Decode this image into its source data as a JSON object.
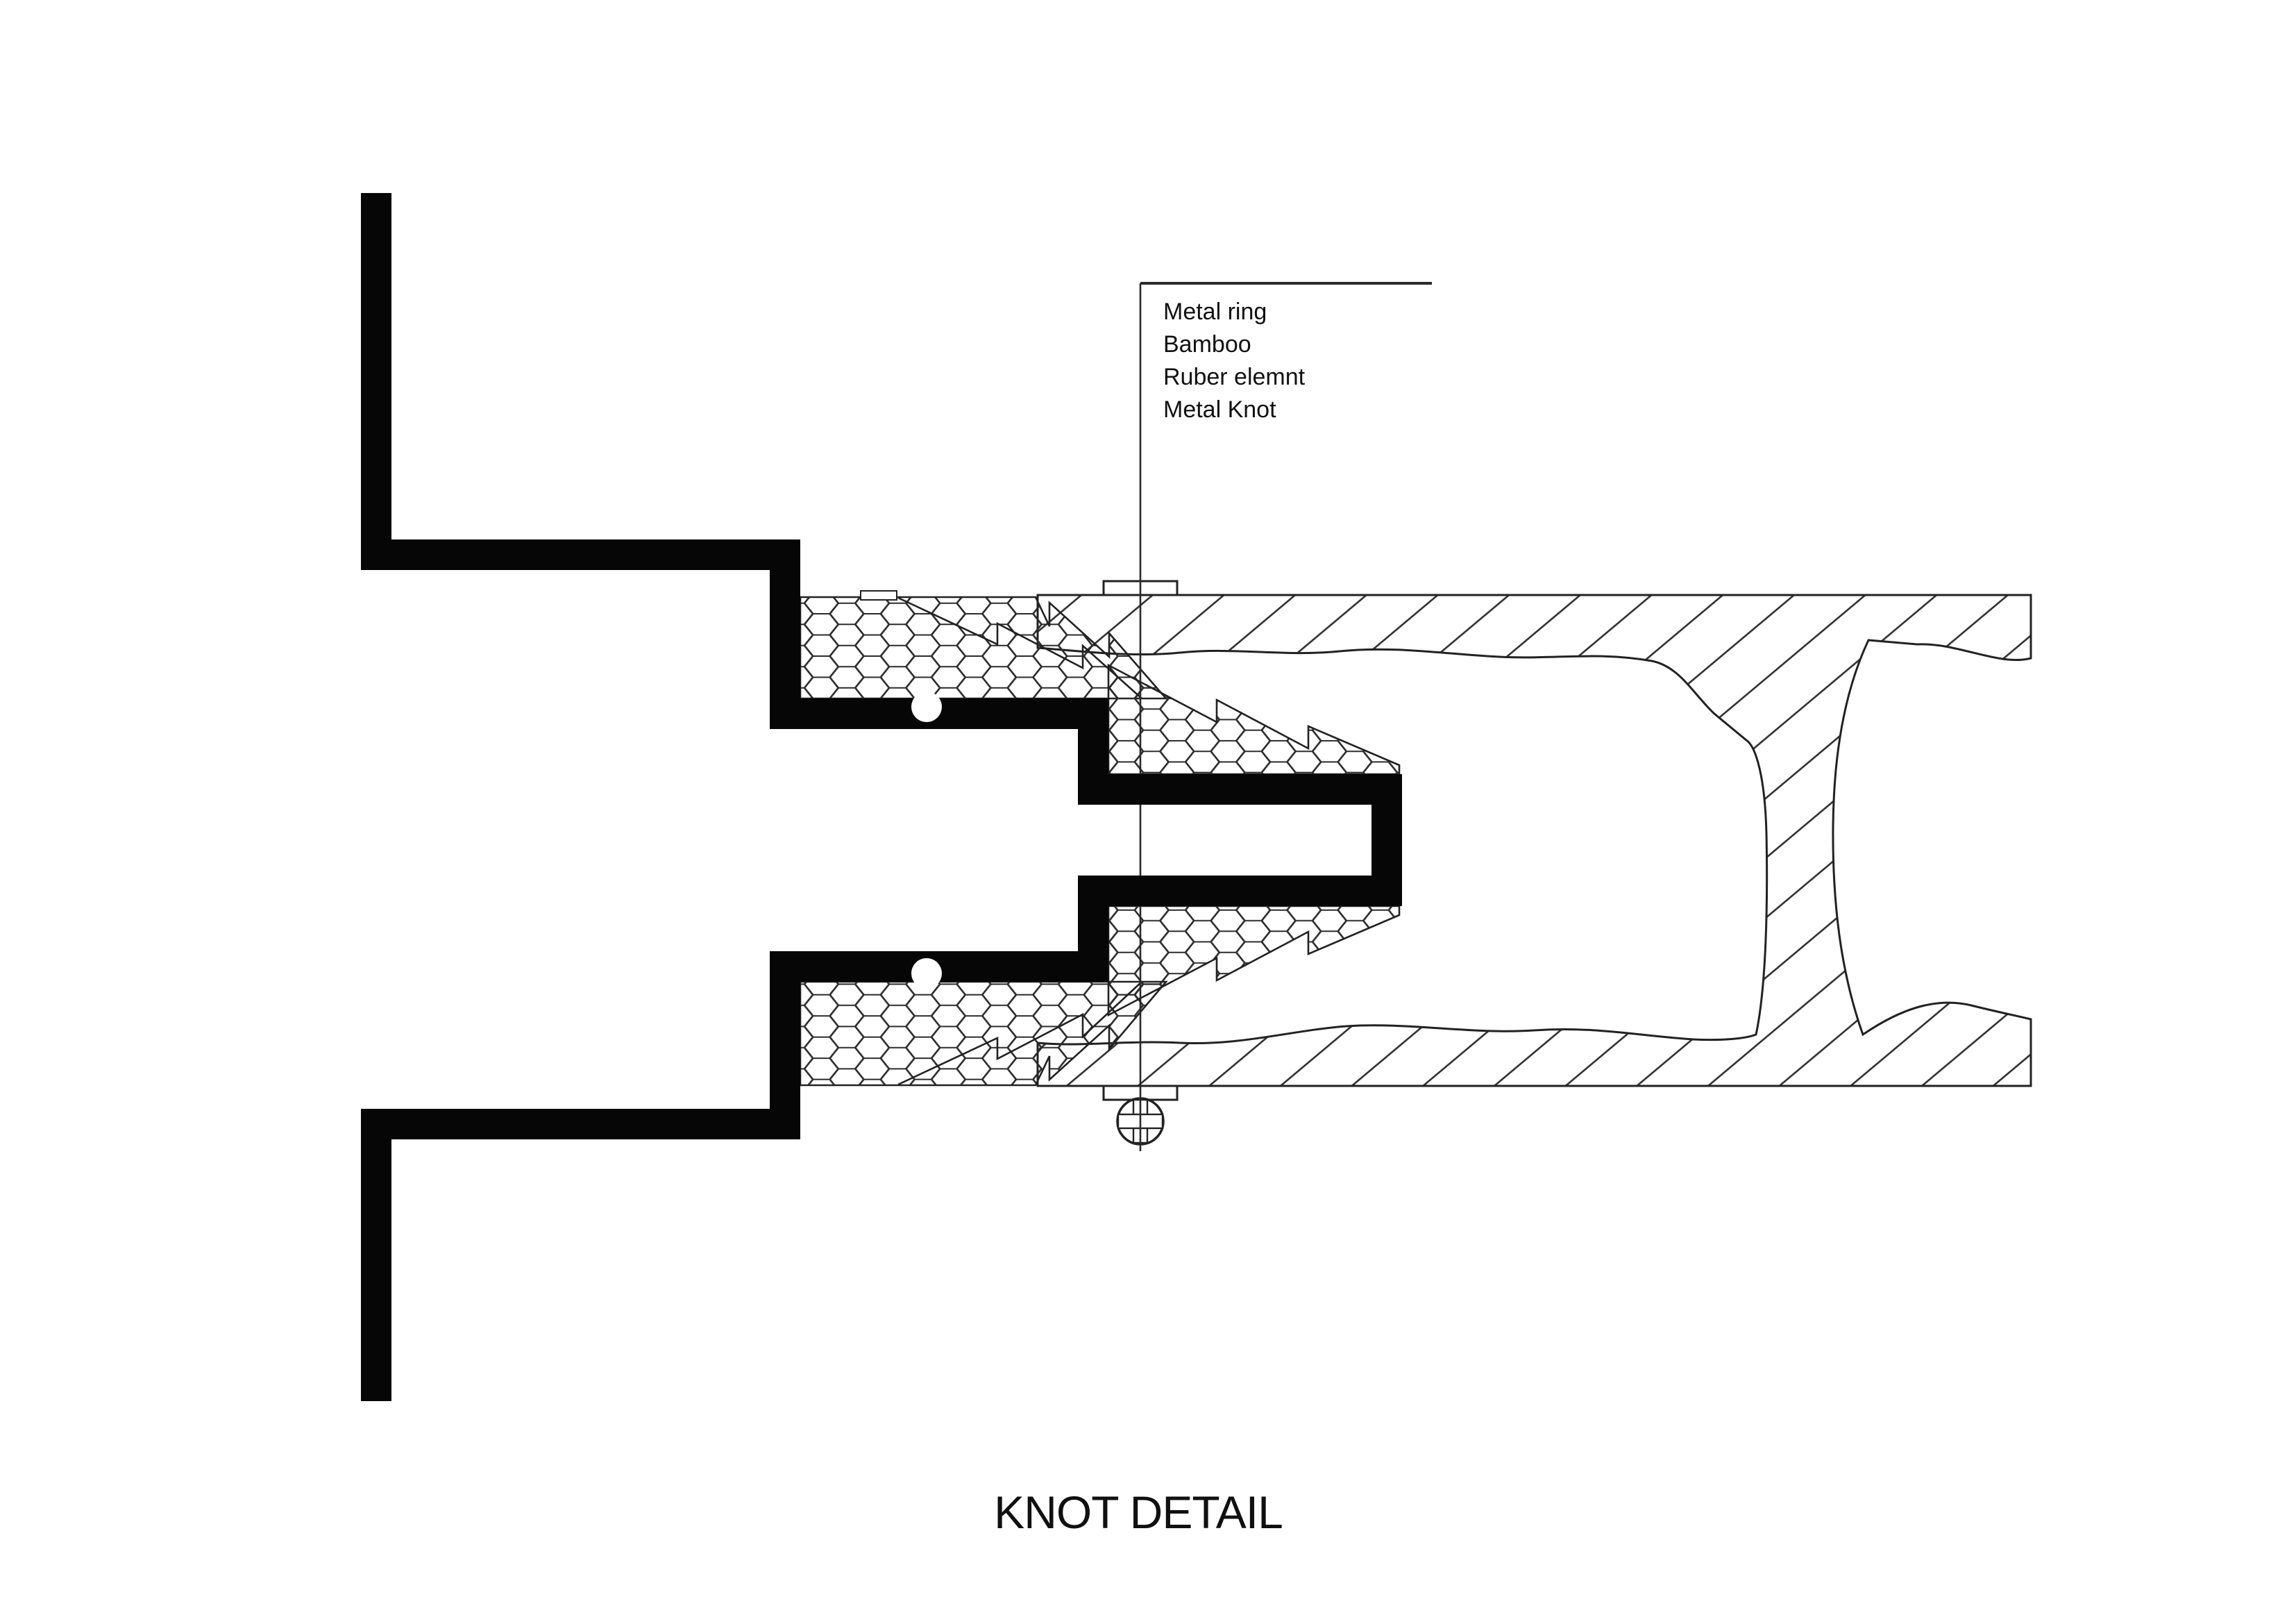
{
  "title": {
    "text": "KNOT DETAIL"
  },
  "callout": {
    "labels": [
      {
        "id": "metal-ring",
        "text": "Metal ring"
      },
      {
        "id": "bamboo",
        "text": "Bamboo"
      },
      {
        "id": "rubber-element",
        "text": "Ruber elemnt"
      },
      {
        "id": "metal-knot",
        "text": "Metal Knot"
      }
    ]
  },
  "legend_note": "single leader line points from label list into the joint section",
  "materials": [
    {
      "name": "metal-knot-profile",
      "render": "solid black stepped fork profile"
    },
    {
      "name": "rubber-element",
      "render": "hexagon-hatched sawtooth wedges"
    },
    {
      "name": "bamboo-culm",
      "render": "diagonal-hatched wall with node diaphragm"
    },
    {
      "name": "metal-ring-tab",
      "render": "small rectangular tabs on culm surface"
    },
    {
      "name": "screw-head",
      "render": "circle with cross slot below bottom wall"
    }
  ],
  "colors": {
    "paper": "#ffffff",
    "ink": "#222222",
    "profile_black": "#060606"
  }
}
